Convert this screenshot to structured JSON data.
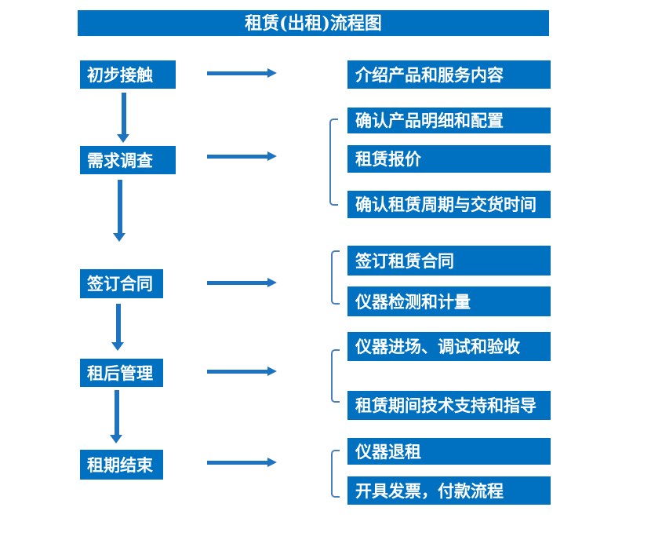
{
  "title": "租赁(出租)流程图",
  "colors": {
    "box": "#0070C0",
    "arrow": "#1E73C0",
    "bracket": "#4A7DBD",
    "text": "#FFFFFF",
    "page_bg": "#FFFFFF"
  },
  "rows": [
    {
      "step": "初步接触",
      "outputs": [
        "介绍产品和服务内容"
      ]
    },
    {
      "step": "需求调查",
      "outputs": [
        "确认产品明细和配置",
        "租赁报价",
        "确认租赁周期与交货时间"
      ]
    },
    {
      "step": "签订合同",
      "outputs": [
        "签订租赁合同",
        "仪器检测和计量"
      ]
    },
    {
      "step": "租后管理",
      "outputs": [
        "仪器进场、调试和验收",
        "租赁期间技术支持和指导"
      ]
    },
    {
      "step": "租期结束",
      "outputs": [
        "仪器退租",
        "开具发票，付款流程"
      ]
    }
  ]
}
